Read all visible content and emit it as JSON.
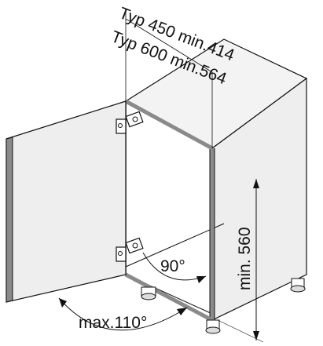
{
  "dimensions": {
    "depth_typ450": "Typ 450 min.414",
    "depth_typ600": "Typ 600 min.564",
    "height_min": "min. 560",
    "door_angle_max": "max.110°",
    "side_angle": "90°"
  },
  "colors": {
    "panel_face": "#eeeeee",
    "panel_light": "#f6f6f6",
    "panel_edge": "#8a8a8a",
    "line": "#111111"
  }
}
